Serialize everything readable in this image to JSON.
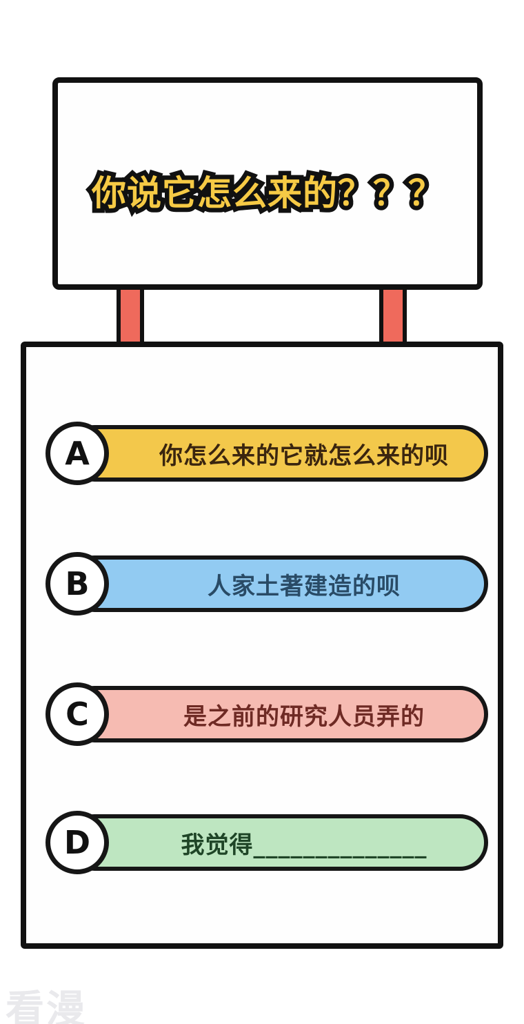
{
  "sign": {
    "title": "你说它怎么来的？？？"
  },
  "options": [
    {
      "letter": "A",
      "text": "你怎么来的它就怎么来的呗",
      "fill": "#F3C84B",
      "text_color": "#3A250F"
    },
    {
      "letter": "B",
      "text": "人家土著建造的呗",
      "fill": "#92CBF2",
      "text_color": "#294B66"
    },
    {
      "letter": "C",
      "text": "是之前的研究人员弄的",
      "fill": "#F6BBB2",
      "text_color": "#6E2A24"
    },
    {
      "letter": "D",
      "text": "我觉得______________",
      "fill": "#BEE6C1",
      "text_color": "#1F4527"
    }
  ],
  "watermark": {
    "text": "看漫"
  },
  "colors": {
    "outline": "#161616",
    "board_border": "#111111",
    "post_fill": "#EF6A5C",
    "title_fill": "#F6CA45",
    "title_outline": "#111111",
    "letter_color": "#111111",
    "background": "#FFFFFF",
    "panel_bg": "#FEFEFE",
    "watermark": "#E9E9EC"
  }
}
